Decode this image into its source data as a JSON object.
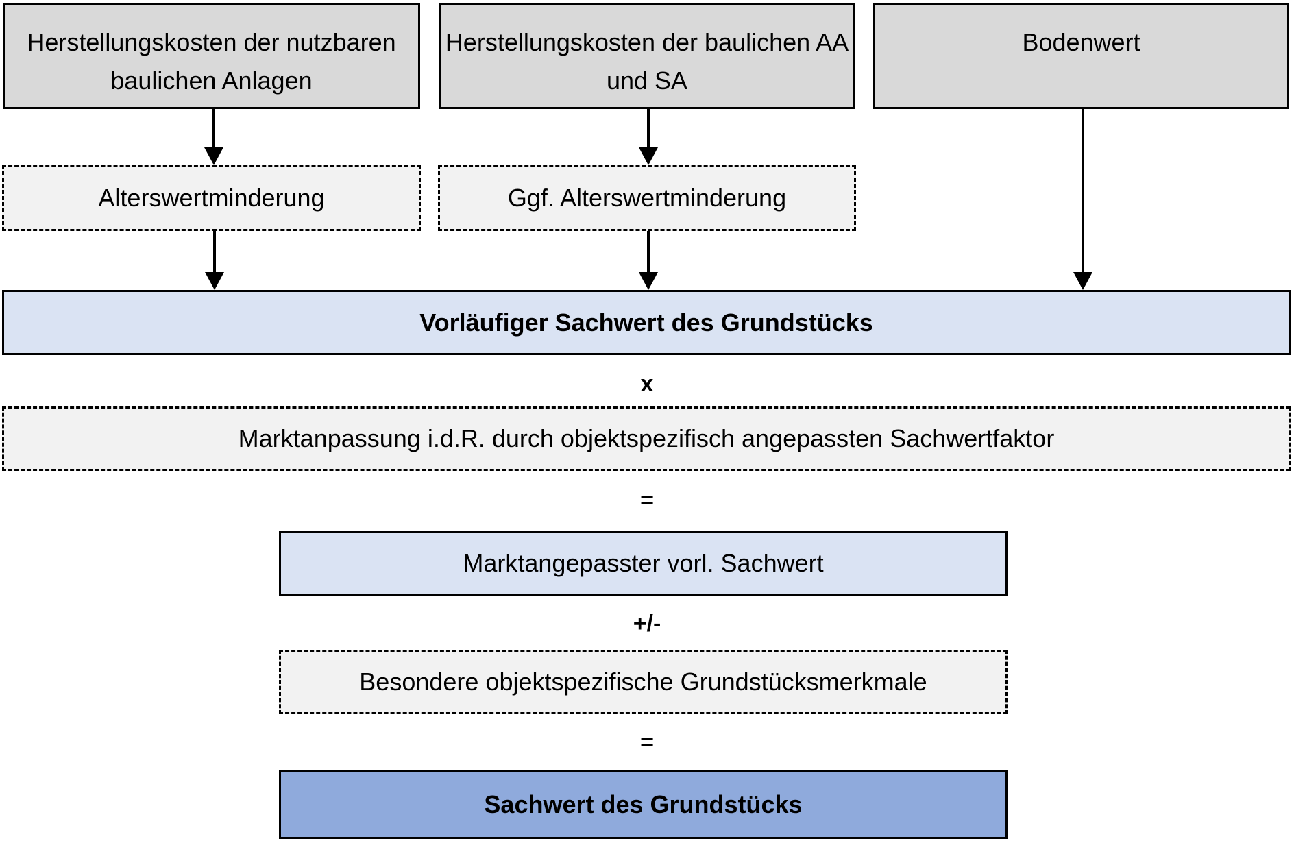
{
  "colors": {
    "canvas_bg": "#ffffff",
    "box_gray": "#d9d9d9",
    "box_dashed_fill": "#f2f2f2",
    "box_blue_light": "#dae3f3",
    "box_blue": "#8faadc",
    "line_color": "#000000"
  },
  "nodes": {
    "cost_buildings": {
      "label": "Herstellungskosten der nutzbaren baulichen Anlagen"
    },
    "cost_outdoor": {
      "label": "Herstellungskosten der baulichen AA und SA"
    },
    "land_value": {
      "label": "Bodenwert"
    },
    "age_depreciation": {
      "label": "Alterswertminderung"
    },
    "age_depreciation_optional": {
      "label": "Ggf. Alterswertminderung"
    },
    "preliminary_asset_value": {
      "label": "Vorläufiger Sachwert des Grundstücks"
    },
    "market_adjustment": {
      "label": "Marktanpassung i.d.R. durch objektspezifisch angepassten Sachwertfaktor"
    },
    "market_adjusted_value": {
      "label": "Marktangepasster vorl. Sachwert"
    },
    "special_property_features": {
      "label": "Besondere objektspezifische Grundstücksmerkmale"
    },
    "final_asset_value": {
      "label": "Sachwert des Grundstücks"
    }
  },
  "operators": {
    "multiply": "x",
    "equals_1": "=",
    "plus_minus": "+/-",
    "equals_2": "="
  }
}
